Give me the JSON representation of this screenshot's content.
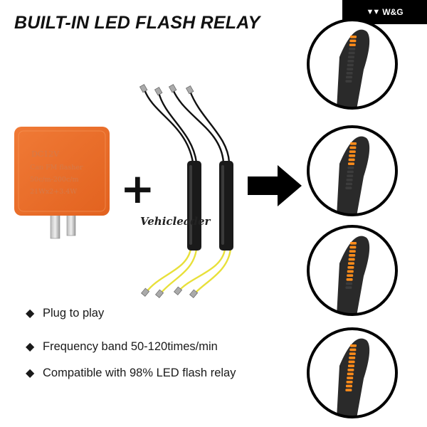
{
  "title": "BUILT-IN LED FLASH RELAY",
  "brand": {
    "logo_icon": "wing-chevrons-icon",
    "name": "W&G"
  },
  "relay": {
    "label_lines": [
      "DC12V",
      "Can FM flasher",
      "50c/m-200c/m",
      "21Wx2+3.4W"
    ],
    "body_color": "#e8702a"
  },
  "plus_symbol": "+",
  "watermark": "Vehicleader",
  "features": [
    "Plug to play",
    "Frequency band 50-120times/min",
    "Compatible with 98% LED flash relay"
  ],
  "signal_stages": [
    {
      "lit_fraction": 0.25
    },
    {
      "lit_fraction": 0.5
    },
    {
      "lit_fraction": 0.8
    },
    {
      "lit_fraction": 1.0
    }
  ],
  "colors": {
    "led_amber": "#ff8c1a",
    "accent_black": "#000000"
  }
}
